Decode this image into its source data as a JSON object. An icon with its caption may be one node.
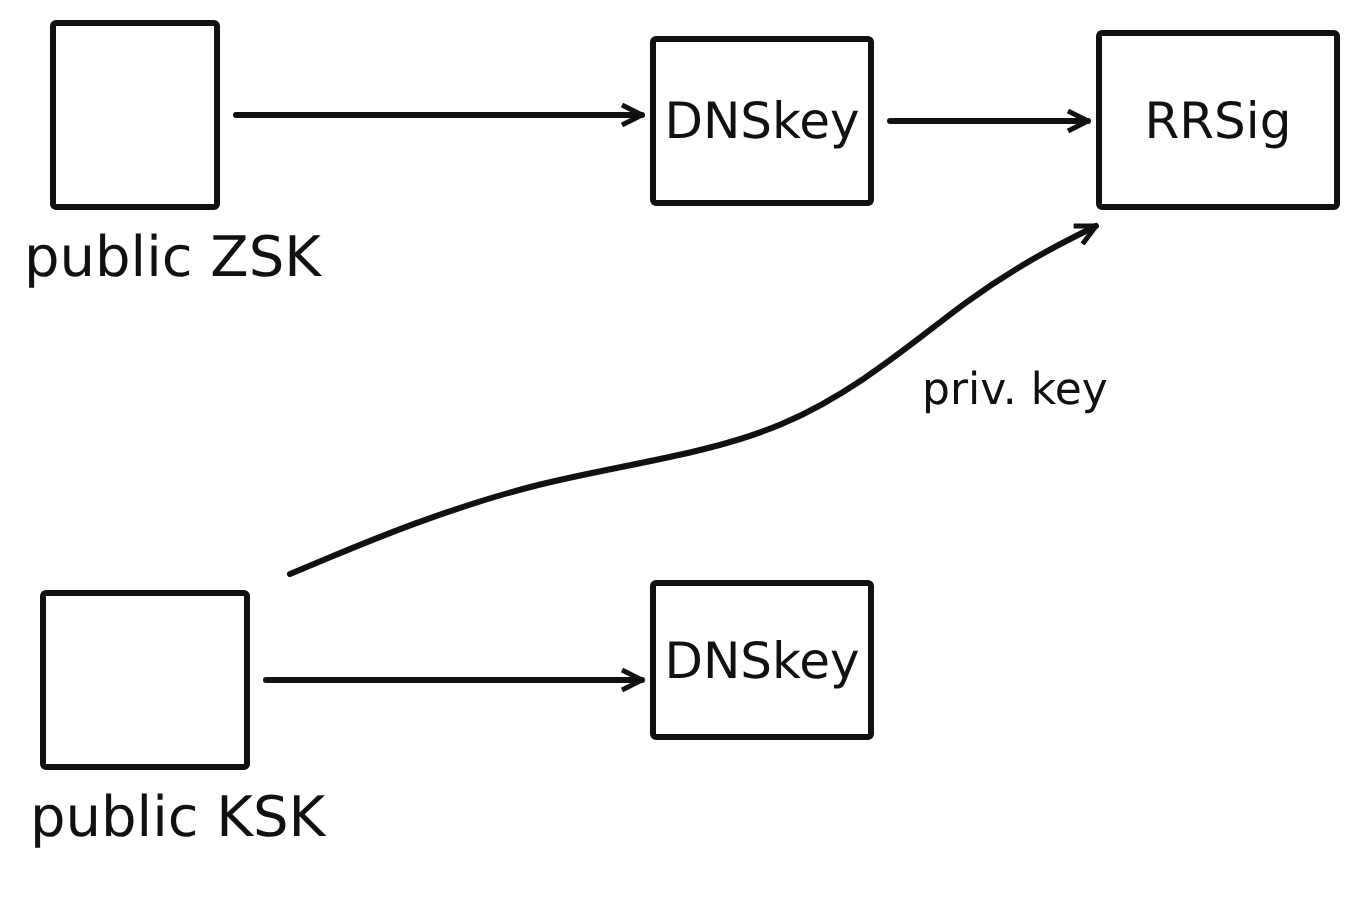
{
  "diagram": {
    "nodes": [
      {
        "text": [],
        "shape": "box",
        "beside": [
          "public ZSK"
        ]
      },
      {
        "text": [
          "DNSkey"
        ]
      },
      {
        "text": [
          "RRSig"
        ]
      },
      {
        "text": [],
        "shape": "box",
        "beside": [
          "public KSK"
        ]
      },
      {
        "text": [
          "DNSkey"
        ]
      }
    ],
    "edges": [
      {
        "from": 0,
        "to": 1,
        "arrow": "to"
      },
      {
        "from": 1,
        "to": 2,
        "arrow": "to"
      },
      {
        "from": 3,
        "to": 2,
        "arrow": "to",
        "label": "priv. key"
      },
      {
        "from": 3,
        "to": 4,
        "arrow": "to"
      }
    ]
  }
}
